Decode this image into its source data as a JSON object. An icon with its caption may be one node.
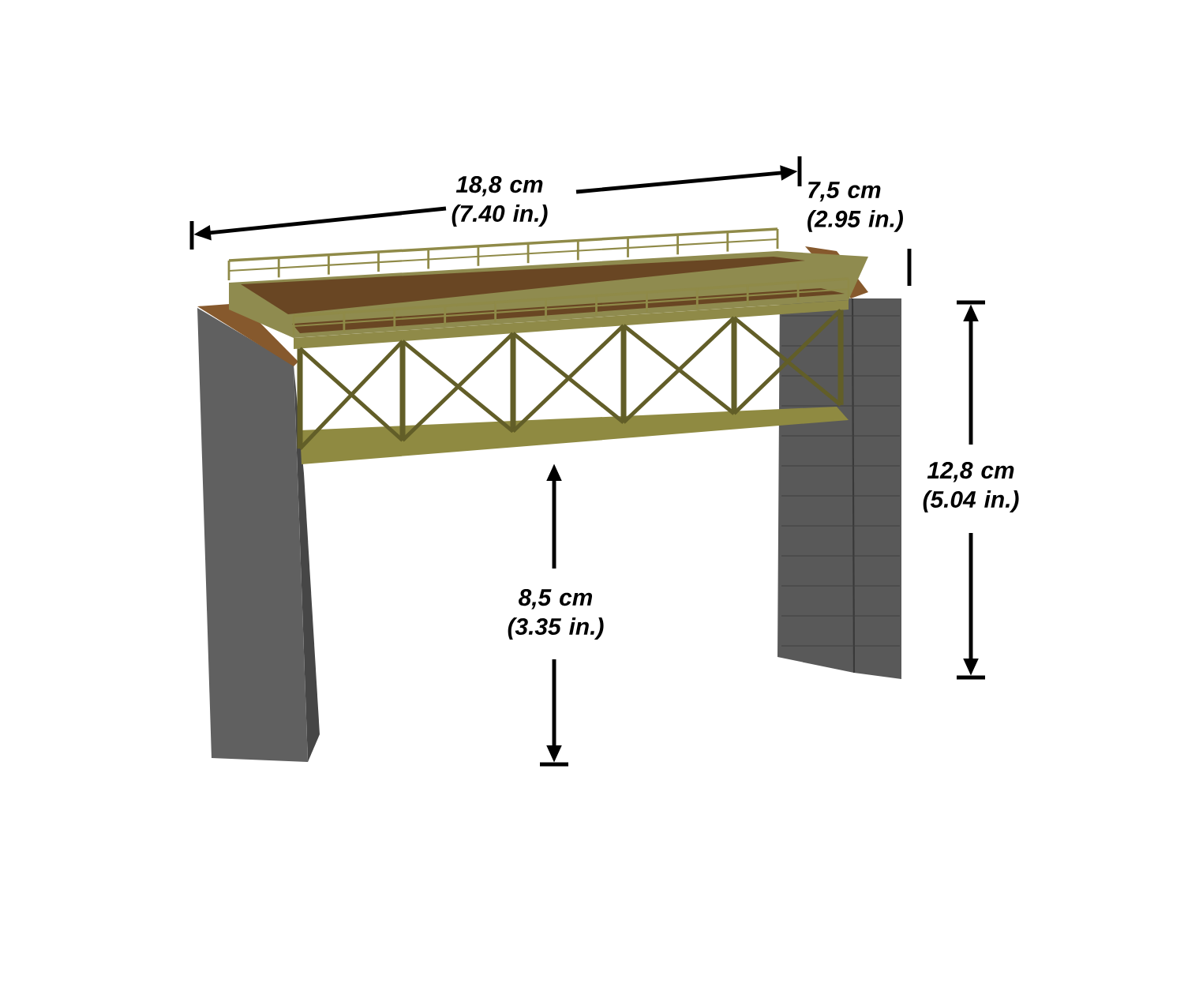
{
  "diagram": {
    "labels": [
      "18,8 cm (7.40 in.)",
      "7,5 cm (2.95 in.)",
      "12,8 cm (5.04 in.)",
      "8,5 cm (3.35 in.)"
    ]
  }
}
